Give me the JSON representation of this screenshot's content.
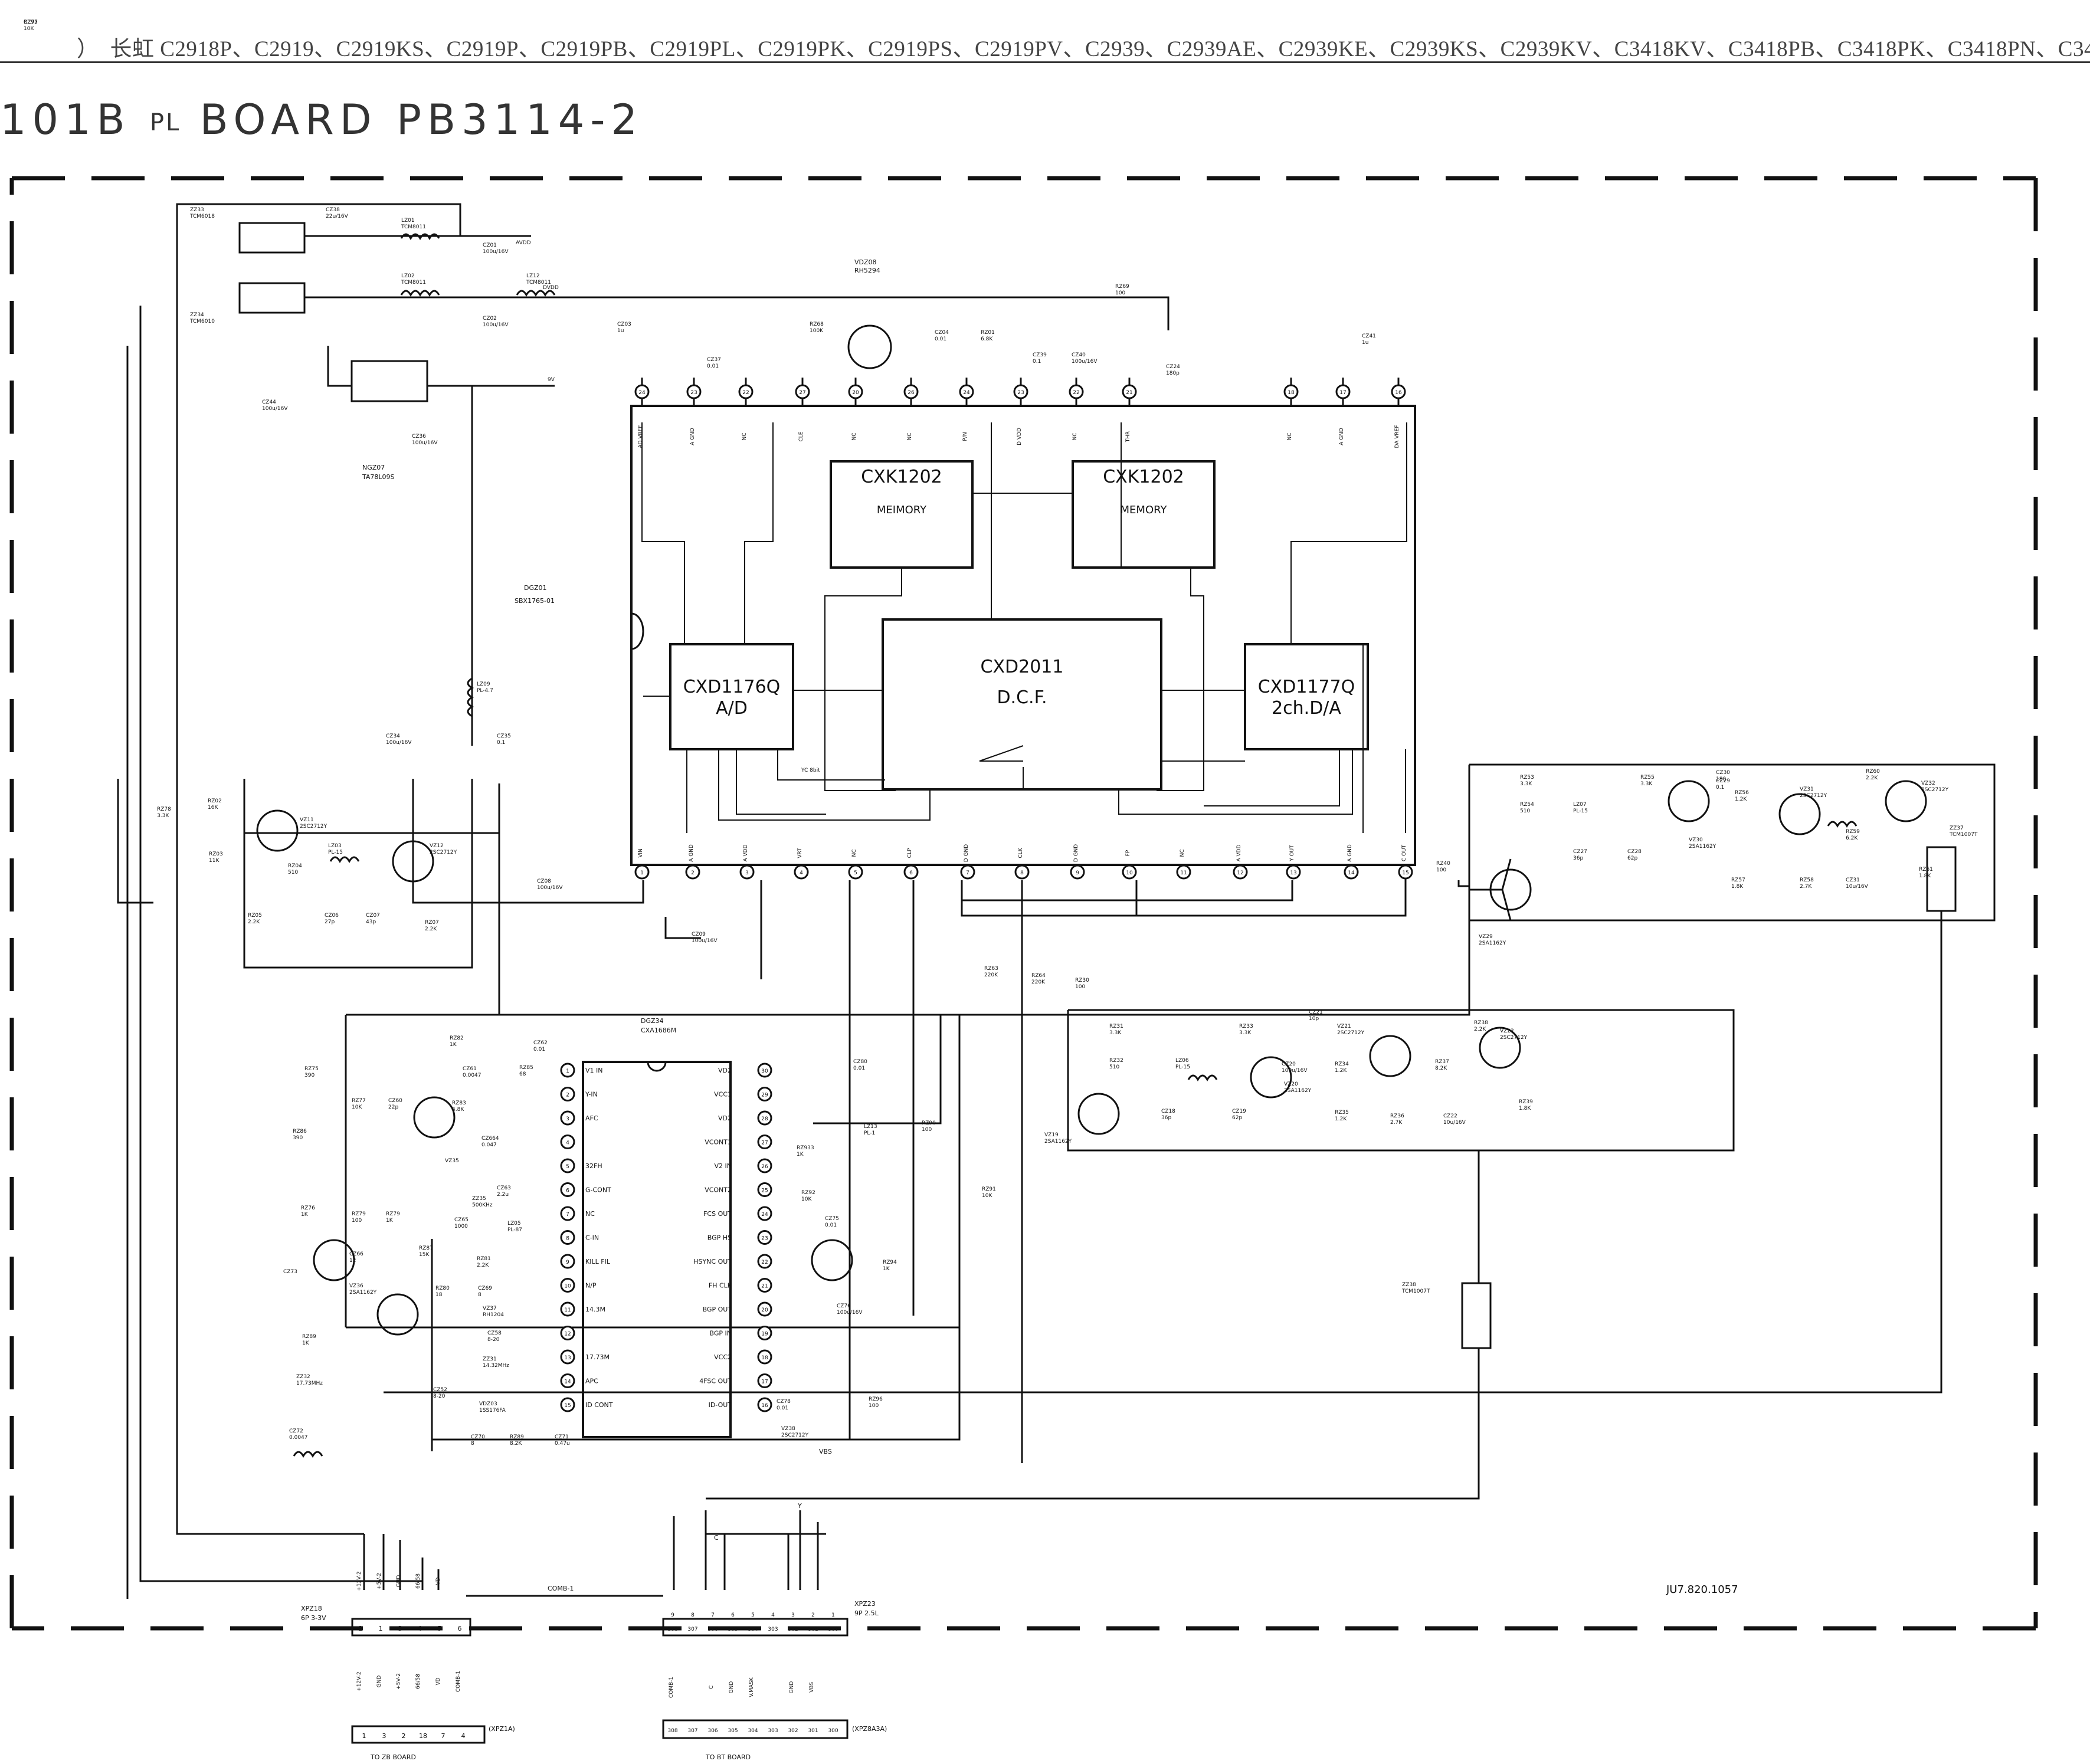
{
  "page": {
    "header_models": "）　长虹 C2918P、C2919、C2919KS、C2919P、C2919PB、C2919PL、C2919PK、C2919PS、C2919PV、C2939、C2939AE、C2939KE、C2939KS、C2939KV、C3418KV、C3418PB、C3418PK、C3418PN、C3418PS",
    "board_prefix": "101B",
    "board_pl": "PL",
    "board_name": "BOARD  PB3114-2",
    "drawing_number": "JU7.820.1057"
  },
  "ics": {
    "mem1_name": "CXK1202",
    "mem1_func": "MEIMORY",
    "mem2_name": "CXK1202",
    "mem2_func": "MEMORY",
    "dcf_name": "CXD2011",
    "dcf_func": "D.C.F.",
    "ad_name": "CXD1176Q",
    "ad_func": "A/D",
    "da_name": "CXD1177Q",
    "da_func": "2ch.D/A",
    "module_ref": "DGZ01",
    "module_part": "SBX1765-01",
    "ic34_ref": "DGZ34",
    "ic34_part": "CXA1686M",
    "reg_ref": "NGZ07",
    "reg_part": "TA78L09S",
    "vdz_ref": "VDZ08",
    "vdz_part": "RH5294"
  },
  "module_top_pins": [
    {
      "num": "24",
      "label": "AD VREF"
    },
    {
      "num": "23",
      "label": "A GND"
    },
    {
      "num": "22",
      "label": "NC"
    },
    {
      "num": "27",
      "label": "CLE"
    },
    {
      "num": "20",
      "label": "NC"
    },
    {
      "num": "26",
      "label": "NC"
    },
    {
      "num": "24",
      "label": "P/N"
    },
    {
      "num": "23",
      "label": "D VDD"
    },
    {
      "num": "22",
      "label": "NC"
    },
    {
      "num": "21",
      "label": "THR"
    },
    {
      "num": "18",
      "label": "NC"
    },
    {
      "num": "17",
      "label": "A GND"
    },
    {
      "num": "16",
      "label": "DA VREF"
    }
  ],
  "module_bottom_pins": [
    {
      "num": "1",
      "label": "VIN"
    },
    {
      "num": "2",
      "label": "A GND"
    },
    {
      "num": "3",
      "label": "A VDD"
    },
    {
      "num": "4",
      "label": "VRT"
    },
    {
      "num": "5",
      "label": "NC"
    },
    {
      "num": "6",
      "label": "CLP"
    },
    {
      "num": "7",
      "label": "D GND"
    },
    {
      "num": "8",
      "label": "CLK"
    },
    {
      "num": "9",
      "label": "D GND"
    },
    {
      "num": "10",
      "label": "FP"
    },
    {
      "num": "11",
      "label": "NC"
    },
    {
      "num": "12",
      "label": "A VDD"
    },
    {
      "num": "13",
      "label": "Y OUT"
    },
    {
      "num": "14",
      "label": "A GND"
    },
    {
      "num": "15",
      "label": "C OUT"
    }
  ],
  "ic34_left_pins": [
    {
      "num": "1",
      "label": "V1 IN"
    },
    {
      "num": "2",
      "label": "Y-IN"
    },
    {
      "num": "3",
      "label": "AFC"
    },
    {
      "num": "4",
      "label": ""
    },
    {
      "num": "5",
      "label": "32FH"
    },
    {
      "num": "6",
      "label": "G-CONT"
    },
    {
      "num": "7",
      "label": "NC"
    },
    {
      "num": "8",
      "label": "C-IN"
    },
    {
      "num": "9",
      "label": "KILL FIL"
    },
    {
      "num": "10",
      "label": "N/P"
    },
    {
      "num": "11",
      "label": "14.3M"
    },
    {
      "num": "12",
      "label": ""
    },
    {
      "num": "13",
      "label": "17.73M"
    },
    {
      "num": "14",
      "label": "APC"
    },
    {
      "num": "15",
      "label": "ID CONT"
    }
  ],
  "ic34_right_pins": [
    {
      "num": "30",
      "label": "VD2"
    },
    {
      "num": "29",
      "label": "VCC1"
    },
    {
      "num": "28",
      "label": "VD2"
    },
    {
      "num": "27",
      "label": "VCONT1"
    },
    {
      "num": "26",
      "label": "V2 IN"
    },
    {
      "num": "25",
      "label": "VCONT2"
    },
    {
      "num": "24",
      "label": "FCS OUT"
    },
    {
      "num": "23",
      "label": "BGP HS"
    },
    {
      "num": "22",
      "label": "HSYNC OUT"
    },
    {
      "num": "21",
      "label": "FH CLK"
    },
    {
      "num": "20",
      "label": "BGP OUT"
    },
    {
      "num": "19",
      "label": "BGP IN"
    },
    {
      "num": "18",
      "label": "VCC2"
    },
    {
      "num": "17",
      "label": "4FSC OUT"
    },
    {
      "num": "16",
      "label": "ID-OUT"
    }
  ],
  "components": [
    {
      "ref": "ZZ33",
      "val": "TCM6018"
    },
    {
      "ref": "CZ38",
      "val": "22u/16V"
    },
    {
      "ref": "LZ01",
      "val": "TCM8011"
    },
    {
      "ref": "CZ01",
      "val": "100u/16V"
    },
    {
      "ref": "AVDD",
      "val": ""
    },
    {
      "ref": "LZ02",
      "val": "TCM8011"
    },
    {
      "ref": "LZ12",
      "val": "TCM8011"
    },
    {
      "ref": "CZ02",
      "val": "100u/16V"
    },
    {
      "ref": "DVDD",
      "val": ""
    },
    {
      "ref": "ZZ34",
      "val": "TCM6010"
    },
    {
      "ref": "CZ44",
      "val": "100u/16V"
    },
    {
      "ref": "CZ36",
      "val": "100u/16V"
    },
    {
      "ref": "9V",
      "val": ""
    },
    {
      "ref": "CZ03",
      "val": "1u"
    },
    {
      "ref": "CZ37",
      "val": "0.01"
    },
    {
      "ref": "RZ68",
      "val": "100K"
    },
    {
      "ref": "CZ04",
      "val": "0.01"
    },
    {
      "ref": "RZ01",
      "val": "6.8K"
    },
    {
      "ref": "CZ39",
      "val": "0.1"
    },
    {
      "ref": "CZ40",
      "val": "100u/16V"
    },
    {
      "ref": "RZ69",
      "val": "100"
    },
    {
      "ref": "CZ24",
      "val": "180p"
    },
    {
      "ref": "CZ41",
      "val": "1u"
    },
    {
      "ref": "LZ09",
      "val": "PL-4.7"
    },
    {
      "ref": "CZ34",
      "val": "100u/16V"
    },
    {
      "ref": "CZ35",
      "val": "0.1"
    },
    {
      "ref": "RZ78",
      "val": "3.3K"
    },
    {
      "ref": "RZ02",
      "val": "16K"
    },
    {
      "ref": "VZ11",
      "val": "2SC2712Y"
    },
    {
      "ref": "RZ03",
      "val": "11K"
    },
    {
      "ref": "RZ04",
      "val": "510"
    },
    {
      "ref": "LZ03",
      "val": "PL-15"
    },
    {
      "ref": "VZ12",
      "val": "2SC2712Y"
    },
    {
      "ref": "RZ05",
      "val": "2.2K"
    },
    {
      "ref": "CZ06",
      "val": "27p"
    },
    {
      "ref": "CZ07",
      "val": "43p"
    },
    {
      "ref": "RZ07",
      "val": "2.2K"
    },
    {
      "ref": "CZ08",
      "val": "100u/16V"
    },
    {
      "ref": "CZ09",
      "val": "100u/16V"
    },
    {
      "ref": "RZ63",
      "val": "220K"
    },
    {
      "ref": "RZ64",
      "val": "220K"
    },
    {
      "ref": "RZ30",
      "val": "100"
    },
    {
      "ref": "RZ40",
      "val": "100"
    },
    {
      "ref": "RZ53",
      "val": "3.3K"
    },
    {
      "ref": "RZ54",
      "val": "510"
    },
    {
      "ref": "LZ07",
      "val": "PL-15"
    },
    {
      "ref": "CZ27",
      "val": "36p"
    },
    {
      "ref": "CZ28",
      "val": "62p"
    },
    {
      "ref": "RZ55",
      "val": "3.3K"
    },
    {
      "ref": "CZ29",
      "val": "0.1"
    },
    {
      "ref": "CZ30",
      "val": "180"
    },
    {
      "ref": "VZ30",
      "val": "2SA1162Y"
    },
    {
      "ref": "RZ56",
      "val": "1.2K"
    },
    {
      "ref": "VZ31",
      "val": "2SC2712Y"
    },
    {
      "ref": "RZ60",
      "val": "2.2K"
    },
    {
      "ref": "VZ32",
      "val": "2SC2712Y"
    },
    {
      "ref": "RZ59",
      "val": "6.2K"
    },
    {
      "ref": "ZZ37",
      "val": "TCM1007T"
    },
    {
      "ref": "RZ57",
      "val": "1.8K"
    },
    {
      "ref": "RZ58",
      "val": "2.7K"
    },
    {
      "ref": "CZ31",
      "val": "10u/16V"
    },
    {
      "ref": "RZ61",
      "val": "1.8K"
    },
    {
      "ref": "VZ29",
      "val": "2SA1162Y"
    },
    {
      "ref": "RZ31",
      "val": "3.3K"
    },
    {
      "ref": "RZ33",
      "val": "3.3K"
    },
    {
      "ref": "CZ21",
      "val": "10p"
    },
    {
      "ref": "VZ21",
      "val": "2SC2712Y"
    },
    {
      "ref": "RZ38",
      "val": "2.2K"
    },
    {
      "ref": "VZ22",
      "val": "2SC2712Y"
    },
    {
      "ref": "RZ32",
      "val": "510"
    },
    {
      "ref": "LZ06",
      "val": "PL-15"
    },
    {
      "ref": "CZ20",
      "val": "100u/16V"
    },
    {
      "ref": "RZ34",
      "val": "1.2K"
    },
    {
      "ref": "RZ37",
      "val": "8.2K"
    },
    {
      "ref": "VZ20",
      "val": "2SA1162Y"
    },
    {
      "ref": "RZ39",
      "val": "1.8K"
    },
    {
      "ref": "CZ18",
      "val": "36p"
    },
    {
      "ref": "CZ19",
      "val": "62p"
    },
    {
      "ref": "RZ35",
      "val": "1.2K"
    },
    {
      "ref": "RZ36",
      "val": "2.7K"
    },
    {
      "ref": "CZ22",
      "val": "10u/16V"
    },
    {
      "ref": "VZ19",
      "val": "2SA1162Y"
    },
    {
      "ref": "ZZ38",
      "val": "TCM1007T"
    },
    {
      "ref": "RZ82",
      "val": "1K"
    },
    {
      "ref": "CZ62",
      "val": "0.01"
    },
    {
      "ref": "CZ61",
      "val": "0.0047"
    },
    {
      "ref": "RZ85",
      "val": "68"
    },
    {
      "ref": "RZ75",
      "val": "390"
    },
    {
      "ref": "RZ77",
      "val": "10K"
    },
    {
      "ref": "CZ60",
      "val": "22p"
    },
    {
      "ref": "RZ83",
      "val": "6.8K"
    },
    {
      "ref": "CZ664",
      "val": "0.047"
    },
    {
      "ref": "VZ35",
      "val": ""
    },
    {
      "ref": "CZ63",
      "val": "2.2u"
    },
    {
      "ref": "ZZ35",
      "val": "500KHz"
    },
    {
      "ref": "RZ86",
      "val": "390"
    },
    {
      "ref": "RZ76",
      "val": "1K"
    },
    {
      "ref": "RZ79",
      "val": "100"
    },
    {
      "ref": "RZ79",
      "val": "1K"
    },
    {
      "ref": "CZ65",
      "val": "1000"
    },
    {
      "ref": "LZ05",
      "val": "PL-87"
    },
    {
      "ref": "RZ87",
      "val": "15K"
    },
    {
      "ref": "CZ66",
      "val": "12"
    },
    {
      "ref": "RZ81",
      "val": "2.2K"
    },
    {
      "ref": "CZ73",
      "val": ""
    },
    {
      "ref": "VZ36",
      "val": "2SA1162Y"
    },
    {
      "ref": "RZ80",
      "val": "18"
    },
    {
      "ref": "CZ69",
      "val": "8"
    },
    {
      "ref": "RZ89",
      "val": "1K"
    },
    {
      "ref": "VZ37",
      "val": "RH1204"
    },
    {
      "ref": "CZ58",
      "val": "8-20"
    },
    {
      "ref": "ZZ31",
      "val": "14.32MHz"
    },
    {
      "ref": "ZZ32",
      "val": "17.73MHz"
    },
    {
      "ref": "CZ52",
      "val": "8-20"
    },
    {
      "ref": "VDZ03",
      "val": "1SS176FA"
    },
    {
      "ref": "CZ70",
      "val": "8"
    },
    {
      "ref": "RZ89",
      "val": "8.2K"
    },
    {
      "ref": "CZ71",
      "val": "0.47u"
    },
    {
      "ref": "CZ72",
      "val": "0.0047"
    },
    {
      "ref": "CZ80",
      "val": "0.01"
    },
    {
      "ref": "LZ13",
      "val": "PL-1"
    },
    {
      "ref": "RZ90",
      "val": "100"
    },
    {
      "ref": "RZ933",
      "val": "1K"
    },
    {
      "ref": "RZ92",
      "val": "10K"
    },
    {
      "ref": "CZ75",
      "val": "0.01"
    },
    {
      "ref": "RZ94",
      "val": "1K"
    },
    {
      "ref": "RZ91",
      "val": "10K"
    },
    {
      "ref": "CZ76",
      "val": "100u/16V"
    },
    {
      "ref": "CZ78",
      "val": "0.01"
    },
    {
      "ref": "VZ38",
      "val": "2SC2712Y"
    },
    {
      "ref": "RZ96",
      "val": "100"
    },
    {
      "ref": "RZ95",
      "val": "10K"
    },
    {
      "ref": "CZ77",
      "val": ""
    }
  ],
  "signals": {
    "vbs": "VBS",
    "y": "Y",
    "c": "C",
    "comb": "COMB-1",
    "yc8bit": "YC 8bit"
  },
  "xpz18": {
    "title": "XPZ18",
    "sub": "6P 3-3V",
    "wire_labels": [
      "+12V-2",
      "+5V-2",
      "GND",
      "66/58",
      "VD",
      ""
    ],
    "pins_top": [
      "2",
      "1",
      "3",
      "4",
      "5",
      "6"
    ],
    "plug_labels": [
      "+12V-2",
      "GND",
      "+5V-2",
      "66/58",
      "VD",
      "COMB-1"
    ],
    "pins_bot": [
      "1",
      "3",
      "2",
      "18",
      "7",
      "4"
    ],
    "plug_name": "(XPZ1A)",
    "dest": "TO ZB BOARD"
  },
  "xpz23": {
    "title": "XPZ23",
    "sub": "9P 2.5L",
    "wire_labels": [
      "9",
      "8",
      "7",
      "6",
      "5",
      "4",
      "3",
      "2",
      "1"
    ],
    "pins_top": [
      "308",
      "307",
      "306",
      "305",
      "304",
      "303",
      "302",
      "301",
      "300"
    ],
    "plug_labels": [
      "COMB-1",
      "",
      "C",
      "GND",
      "V.MASK",
      "",
      "GND",
      "VBS",
      ""
    ],
    "pins_bot": [
      "308",
      "307",
      "306",
      "305",
      "304",
      "303",
      "302",
      "301",
      "300"
    ],
    "plug_name": "(XPZ8A3A)",
    "dest": "TO BT BOARD"
  }
}
